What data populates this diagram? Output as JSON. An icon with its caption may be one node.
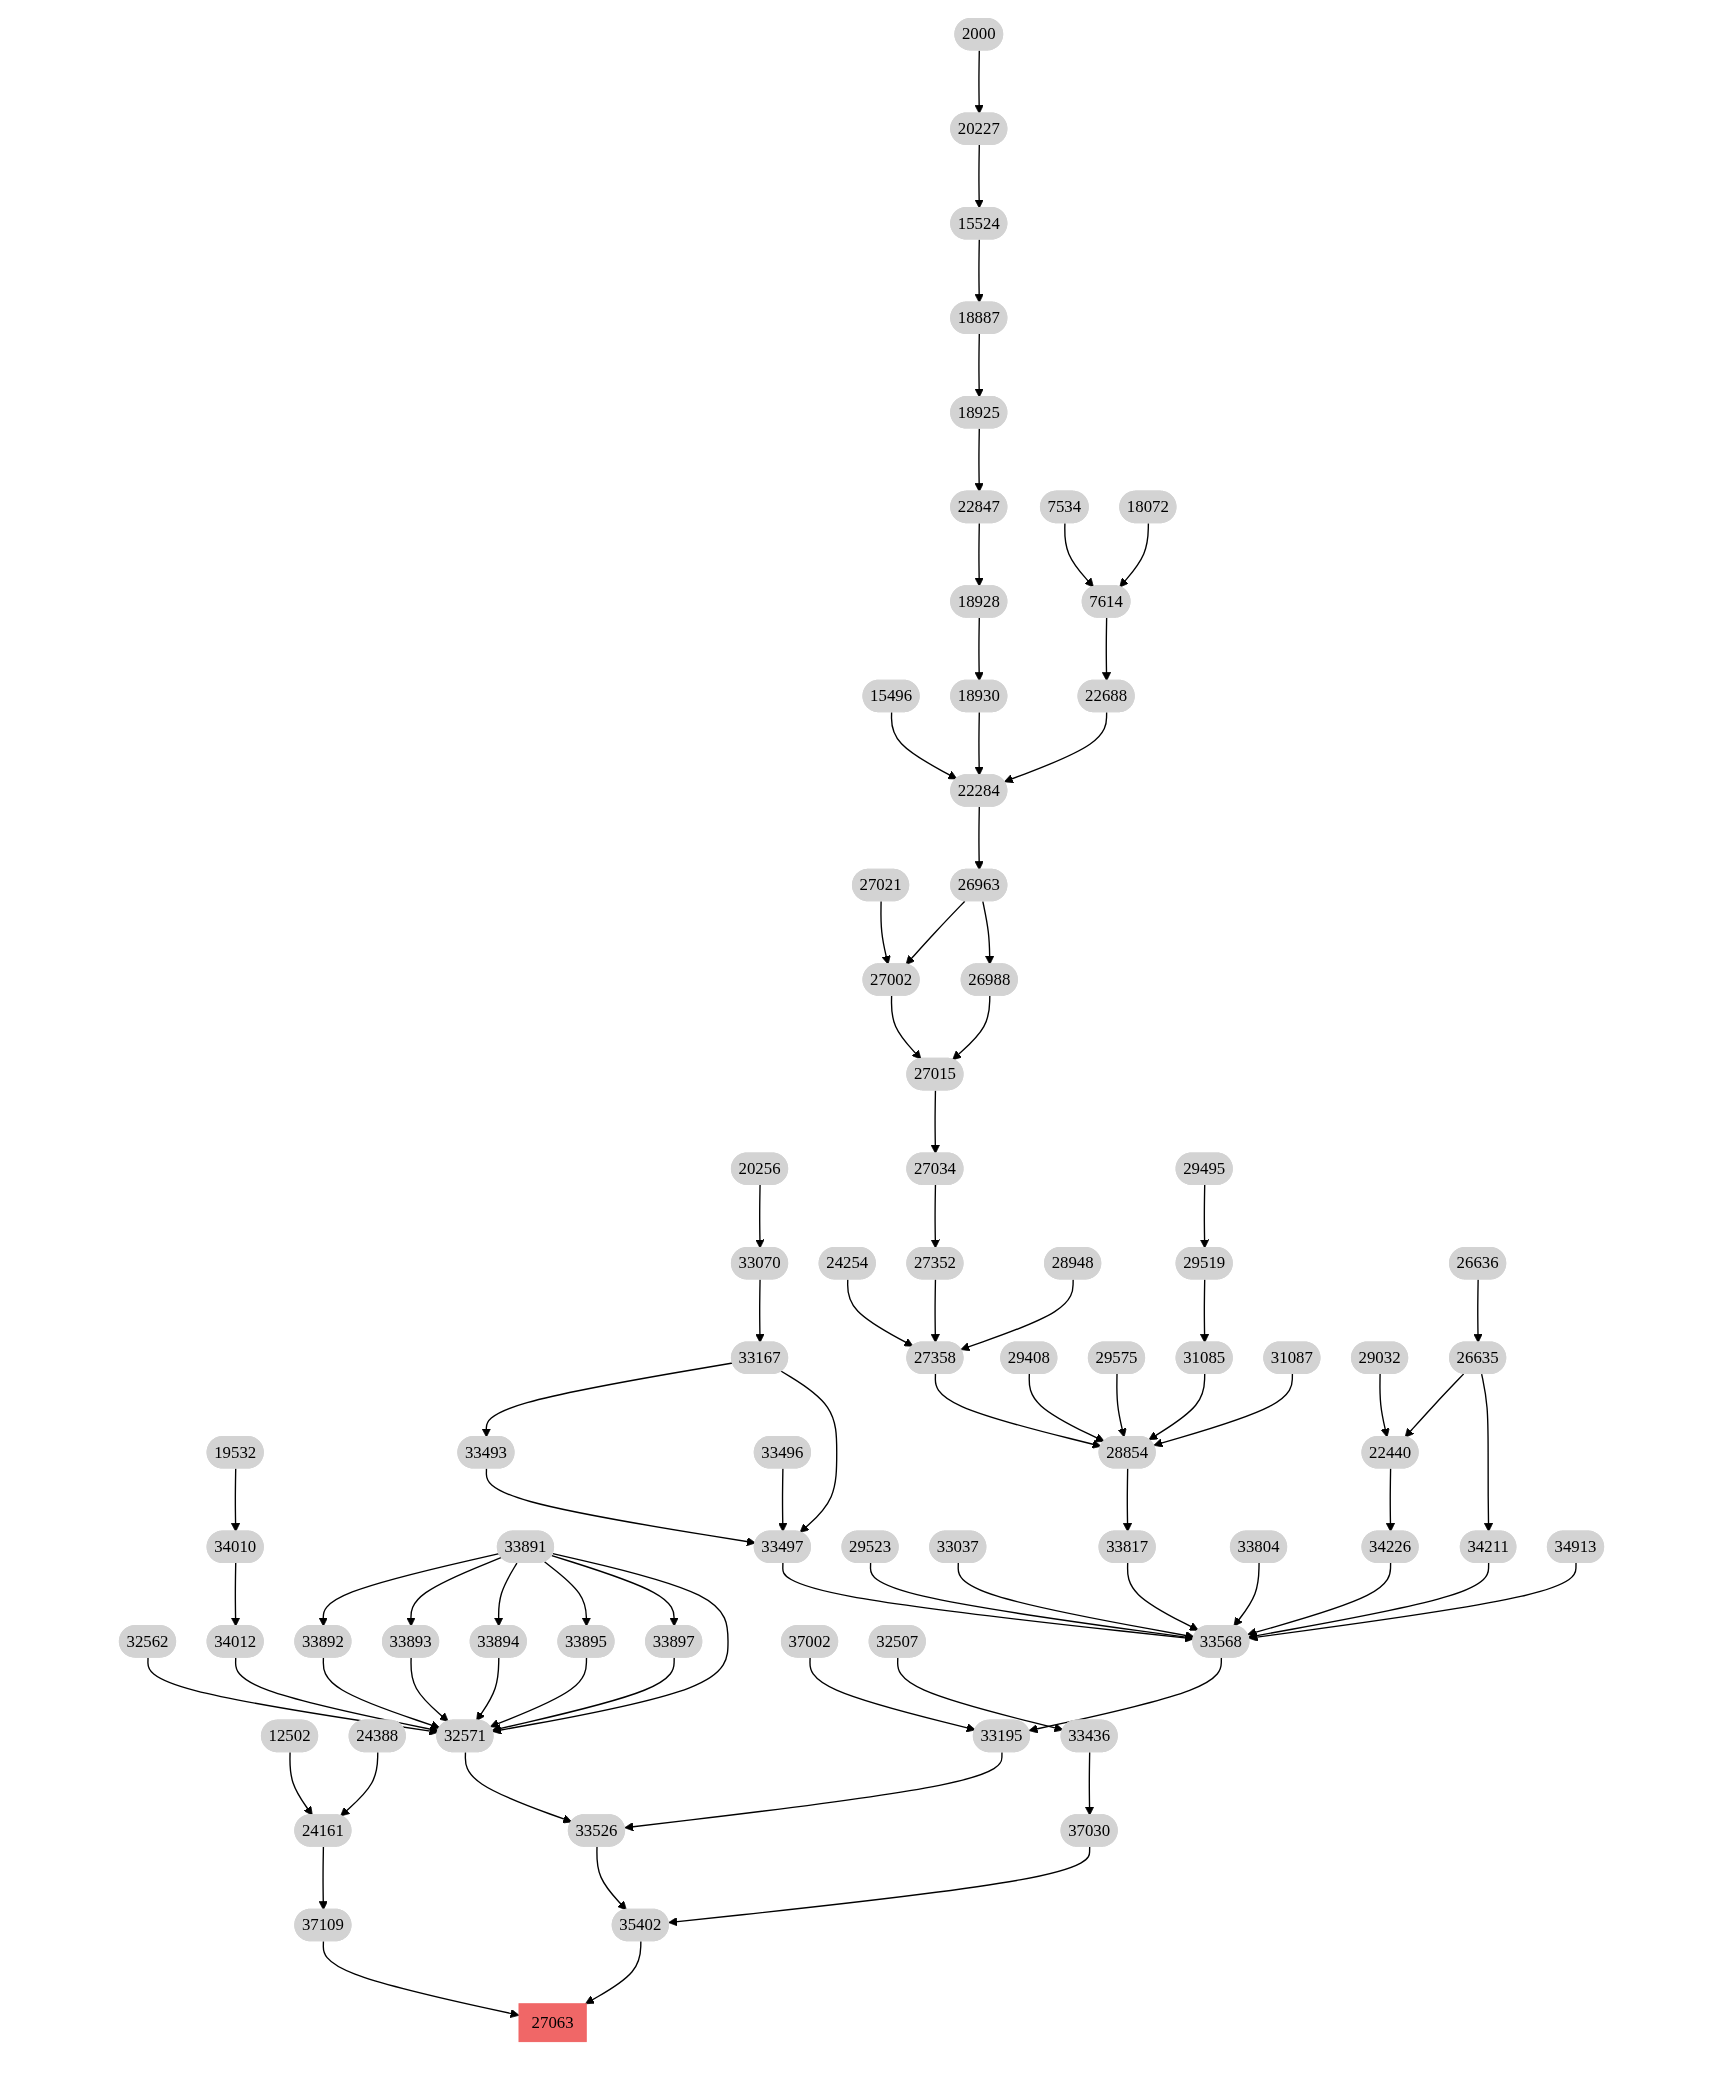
{
  "diagram": {
    "nodes": [
      {
        "text": [
          "2000"
        ]
      },
      {
        "text": [
          "20227"
        ]
      },
      {
        "text": [
          "15524"
        ]
      },
      {
        "text": [
          "18887"
        ]
      },
      {
        "text": [
          "18925"
        ]
      },
      {
        "text": [
          "22847"
        ]
      },
      {
        "text": [
          "7534"
        ]
      },
      {
        "text": [
          "18072"
        ]
      },
      {
        "text": [
          "18928"
        ]
      },
      {
        "text": [
          "7614"
        ]
      },
      {
        "text": [
          "15496"
        ]
      },
      {
        "text": [
          "18930"
        ]
      },
      {
        "text": [
          "22688"
        ]
      },
      {
        "text": [
          "22284"
        ]
      },
      {
        "text": [
          "27021"
        ]
      },
      {
        "text": [
          "26963"
        ]
      },
      {
        "text": [
          "27002"
        ]
      },
      {
        "text": [
          "26988"
        ]
      },
      {
        "text": [
          "27015"
        ]
      },
      {
        "text": [
          "20256"
        ]
      },
      {
        "text": [
          "27034"
        ]
      },
      {
        "text": [
          "29495"
        ]
      },
      {
        "text": [
          "33070"
        ]
      },
      {
        "text": [
          "24254"
        ]
      },
      {
        "text": [
          "27352"
        ]
      },
      {
        "text": [
          "28948"
        ]
      },
      {
        "text": [
          "29519"
        ]
      },
      {
        "text": [
          "26636"
        ]
      },
      {
        "text": [
          "33167"
        ]
      },
      {
        "text": [
          "27358"
        ]
      },
      {
        "text": [
          "29408"
        ]
      },
      {
        "text": [
          "29575"
        ]
      },
      {
        "text": [
          "31085"
        ]
      },
      {
        "text": [
          "31087"
        ]
      },
      {
        "text": [
          "29032"
        ]
      },
      {
        "text": [
          "26635"
        ]
      },
      {
        "text": [
          "19532"
        ]
      },
      {
        "text": [
          "33493"
        ]
      },
      {
        "text": [
          "33496"
        ]
      },
      {
        "text": [
          "28854"
        ]
      },
      {
        "text": [
          "22440"
        ]
      },
      {
        "text": [
          "34211"
        ]
      },
      {
        "text": [
          "33891"
        ]
      },
      {
        "text": [
          "34010"
        ]
      },
      {
        "text": [
          "29523"
        ]
      },
      {
        "text": [
          "33037"
        ]
      },
      {
        "text": [
          "33497"
        ]
      },
      {
        "text": [
          "33804"
        ]
      },
      {
        "text": [
          "33817"
        ]
      },
      {
        "text": [
          "34226"
        ]
      },
      {
        "text": [
          "34913"
        ]
      },
      {
        "text": [
          "32562"
        ]
      },
      {
        "text": [
          "33892"
        ]
      },
      {
        "text": [
          "33893"
        ]
      },
      {
        "text": [
          "33894"
        ]
      },
      {
        "text": [
          "33895"
        ]
      },
      {
        "text": [
          "33897"
        ]
      },
      {
        "text": [
          "34012"
        ]
      },
      {
        "text": [
          "33568"
        ]
      },
      {
        "text": [
          "37002"
        ]
      },
      {
        "text": [
          "32507"
        ]
      },
      {
        "text": [
          "12502"
        ]
      },
      {
        "text": [
          "24388"
        ]
      },
      {
        "text": [
          "32571"
        ]
      },
      {
        "text": [
          "33195"
        ]
      },
      {
        "text": [
          "33436"
        ]
      },
      {
        "text": [
          "24161"
        ]
      },
      {
        "text": [
          "33526"
        ]
      },
      {
        "text": [
          "37030"
        ]
      },
      {
        "text": [
          "37109"
        ]
      },
      {
        "text": [
          "35402"
        ]
      },
      {
        "text": [
          "27063"
        ]
      }
    ],
    "edges": [
      {
        "from": 0,
        "to": 1,
        "arrow": "to"
      },
      {
        "from": 1,
        "to": 2,
        "arrow": "to"
      },
      {
        "from": 2,
        "to": 3,
        "arrow": "to"
      },
      {
        "from": 3,
        "to": 4,
        "arrow": "to"
      },
      {
        "from": 4,
        "to": 5,
        "arrow": "to"
      },
      {
        "from": 5,
        "to": 8,
        "arrow": "to"
      },
      {
        "from": 6,
        "to": 9,
        "arrow": "to"
      },
      {
        "from": 7,
        "to": 9,
        "arrow": "to"
      },
      {
        "from": 8,
        "to": 11,
        "arrow": "to"
      },
      {
        "from": 9,
        "to": 12,
        "arrow": "to"
      },
      {
        "from": 10,
        "to": 13,
        "arrow": "to"
      },
      {
        "from": 11,
        "to": 13,
        "arrow": "to"
      },
      {
        "from": 12,
        "to": 13,
        "arrow": "to"
      },
      {
        "from": 13,
        "to": 15,
        "arrow": "to"
      },
      {
        "from": 14,
        "to": 16,
        "arrow": "to"
      },
      {
        "from": 15,
        "to": 16,
        "arrow": "to"
      },
      {
        "from": 15,
        "to": 17,
        "arrow": "to"
      },
      {
        "from": 16,
        "to": 18,
        "arrow": "to"
      },
      {
        "from": 17,
        "to": 18,
        "arrow": "to"
      },
      {
        "from": 18,
        "to": 20,
        "arrow": "to"
      },
      {
        "from": 19,
        "to": 22,
        "arrow": "to"
      },
      {
        "from": 20,
        "to": 24,
        "arrow": "to"
      },
      {
        "from": 21,
        "to": 26,
        "arrow": "to"
      },
      {
        "from": 22,
        "to": 28,
        "arrow": "to"
      },
      {
        "from": 23,
        "to": 29,
        "arrow": "to"
      },
      {
        "from": 24,
        "to": 29,
        "arrow": "to"
      },
      {
        "from": 25,
        "to": 29,
        "arrow": "to"
      },
      {
        "from": 26,
        "to": 32,
        "arrow": "to"
      },
      {
        "from": 27,
        "to": 35,
        "arrow": "to"
      },
      {
        "from": 28,
        "to": 37,
        "arrow": "to"
      },
      {
        "from": 28,
        "to": 46,
        "arrow": "to"
      },
      {
        "from": 29,
        "to": 39,
        "arrow": "to"
      },
      {
        "from": 30,
        "to": 39,
        "arrow": "to"
      },
      {
        "from": 31,
        "to": 39,
        "arrow": "to"
      },
      {
        "from": 32,
        "to": 39,
        "arrow": "to"
      },
      {
        "from": 33,
        "to": 39,
        "arrow": "to"
      },
      {
        "from": 34,
        "to": 40,
        "arrow": "to"
      },
      {
        "from": 35,
        "to": 40,
        "arrow": "to"
      },
      {
        "from": 35,
        "to": 41,
        "arrow": "to"
      },
      {
        "from": 36,
        "to": 43,
        "arrow": "to"
      },
      {
        "from": 37,
        "to": 46,
        "arrow": "to"
      },
      {
        "from": 38,
        "to": 46,
        "arrow": "to"
      },
      {
        "from": 39,
        "to": 48,
        "arrow": "to"
      },
      {
        "from": 40,
        "to": 49,
        "arrow": "to"
      },
      {
        "from": 41,
        "to": 58,
        "arrow": "to"
      },
      {
        "from": 42,
        "to": 52,
        "arrow": "to"
      },
      {
        "from": 42,
        "to": 53,
        "arrow": "to"
      },
      {
        "from": 42,
        "to": 54,
        "arrow": "to"
      },
      {
        "from": 42,
        "to": 55,
        "arrow": "to"
      },
      {
        "from": 42,
        "to": 56,
        "arrow": "to"
      },
      {
        "from": 42,
        "to": 63,
        "arrow": "to"
      },
      {
        "from": 43,
        "to": 57,
        "arrow": "to"
      },
      {
        "from": 44,
        "to": 58,
        "arrow": "to"
      },
      {
        "from": 45,
        "to": 58,
        "arrow": "to"
      },
      {
        "from": 46,
        "to": 58,
        "arrow": "to"
      },
      {
        "from": 47,
        "to": 58,
        "arrow": "to"
      },
      {
        "from": 48,
        "to": 58,
        "arrow": "to"
      },
      {
        "from": 49,
        "to": 58,
        "arrow": "to"
      },
      {
        "from": 50,
        "to": 58,
        "arrow": "to"
      },
      {
        "from": 51,
        "to": 63,
        "arrow": "to"
      },
      {
        "from": 52,
        "to": 63,
        "arrow": "to"
      },
      {
        "from": 53,
        "to": 63,
        "arrow": "to"
      },
      {
        "from": 54,
        "to": 63,
        "arrow": "to"
      },
      {
        "from": 55,
        "to": 63,
        "arrow": "to"
      },
      {
        "from": 56,
        "to": 63,
        "arrow": "to"
      },
      {
        "from": 57,
        "to": 63,
        "arrow": "to"
      },
      {
        "from": 58,
        "to": 64,
        "arrow": "to"
      },
      {
        "from": 59,
        "to": 64,
        "arrow": "to"
      },
      {
        "from": 60,
        "to": 65,
        "arrow": "to"
      },
      {
        "from": 61,
        "to": 66,
        "arrow": "to"
      },
      {
        "from": 62,
        "to": 66,
        "arrow": "to"
      },
      {
        "from": 63,
        "to": 67,
        "arrow": "to"
      },
      {
        "from": 64,
        "to": 67,
        "arrow": "to"
      },
      {
        "from": 65,
        "to": 68,
        "arrow": "to"
      },
      {
        "from": 66,
        "to": 69,
        "arrow": "to"
      },
      {
        "from": 67,
        "to": 70,
        "arrow": "to"
      },
      {
        "from": 68,
        "to": 70,
        "arrow": "to"
      },
      {
        "from": 69,
        "to": 71,
        "arrow": "to"
      },
      {
        "from": 70,
        "to": 71,
        "arrow": "to"
      }
    ]
  }
}
